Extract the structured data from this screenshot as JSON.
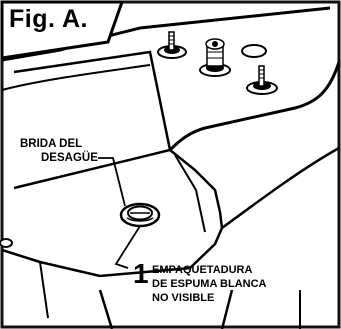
{
  "figure": {
    "label": "Fig. A.",
    "step_number": "1"
  },
  "callouts": {
    "drain_flange": [
      "BRIDA DEL",
      "DESAGÜE"
    ],
    "gasket": [
      "EMPAQUETADURA",
      "DE ESPUMA BLANCA",
      "NO VISIBLE"
    ]
  },
  "colors": {
    "ink": "#000000",
    "paper": "#ffffff",
    "frame": "#111111"
  },
  "parts": [
    "sink-bowl",
    "drain-flange",
    "faucet-valves",
    "spout",
    "soap-hole"
  ]
}
